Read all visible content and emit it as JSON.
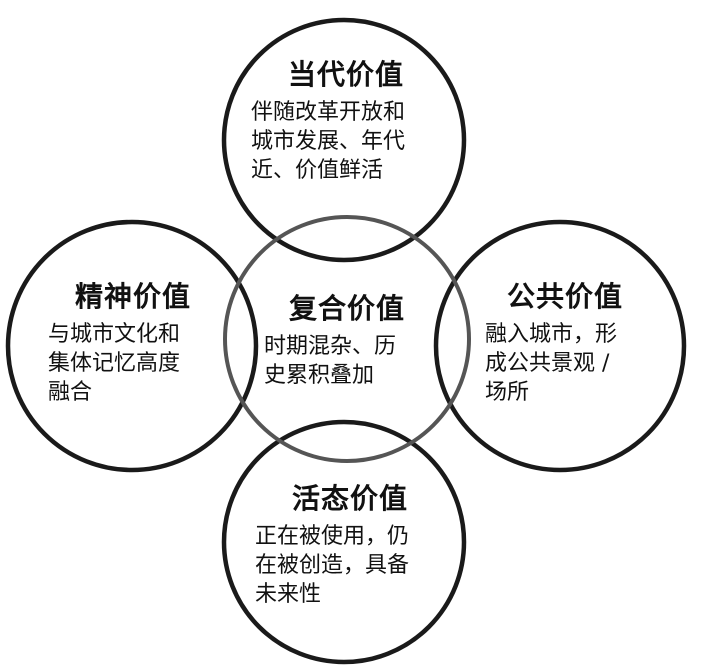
{
  "nodes": {
    "top": {
      "title": "当代价值",
      "lines": [
        "伴随改革开放和",
        "城市发展、年代",
        "近、价值鲜活"
      ]
    },
    "left": {
      "title": "精神价值",
      "lines": [
        "与城市文化和",
        "集体记忆高度",
        "融合"
      ]
    },
    "center": {
      "title": "复合价值",
      "lines": [
        "时期混杂、历",
        "史累积叠加"
      ]
    },
    "right": {
      "title": "公共价值",
      "lines": [
        "融入城市，形",
        "成公共景观 /",
        "场所"
      ]
    },
    "bottom": {
      "title": "活态价值",
      "lines": [
        "正在被使用，仍",
        "在被创造，具备",
        "未来性"
      ]
    }
  },
  "colors": {
    "stroke": "#1a1a1a",
    "center_stroke": "#555555",
    "text": "#111111",
    "background": "#ffffff"
  }
}
